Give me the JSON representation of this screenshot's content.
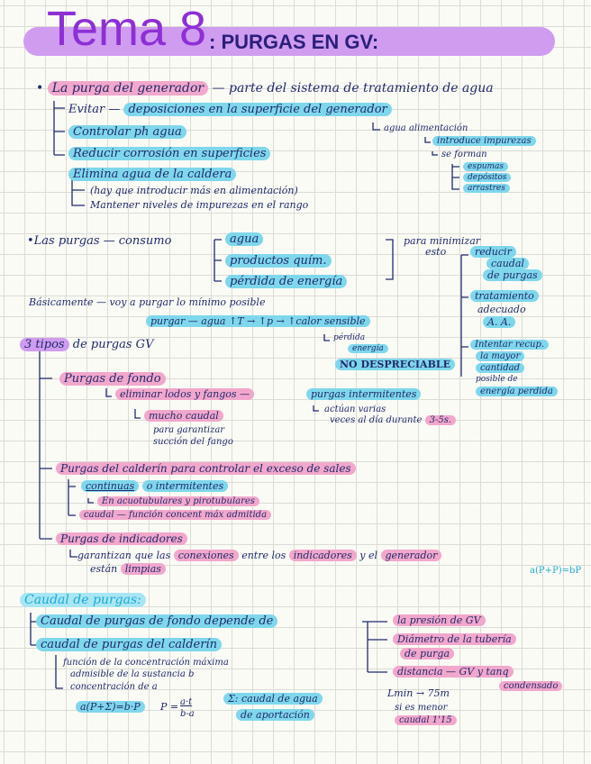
{
  "title": {
    "main": "Tema 8",
    "sub": ": PURGAS EN GV:"
  },
  "intro": {
    "line": "La purga del generador",
    "rest": "— parte del sistema de tratamiento de agua",
    "evitar_label": "Evitar —",
    "evitar_text": "deposiciones en la superficie del generador",
    "controlar": "Controlar ph agua",
    "reducir": "Reducir corrosión en superficies",
    "elimina": "Elimina agua de la caldera",
    "hay_que": "(hay que introducir más en alimentación)",
    "mantener": "Mantener niveles de impurezas en el rango",
    "agua_alim": "agua alimentación",
    "introduce": "introduce impurezas",
    "se_forman": "se forman",
    "espumas": "espumas",
    "depositos": "depósitos",
    "arrastres": "arrastres"
  },
  "consumo": {
    "label": "Las purgas — consumo",
    "agua": "agua",
    "productos": "productos quím.",
    "perdida": "pérdida de energía",
    "para_min": "para minimizar",
    "esto": "esto",
    "reducir1": "reducir",
    "reducir2": "caudal",
    "reducir3": "de purgas",
    "trat1": "tratamiento",
    "trat2": "adecuado",
    "trat3": "A. A.",
    "inten1": "Intentar recup.",
    "inten2": "la mayor",
    "inten3": "cantidad",
    "inten4": "posible de",
    "inten5": "energía perdida"
  },
  "basic": {
    "line": "Básicamente — voy a purgar lo mínimo posible",
    "purgar": "purgar — agua ↑T → ↑p → ↑calor sensible",
    "perdida1": "pérdida",
    "perdida2": "energía",
    "no_desp": "NO DESPRECIABLE"
  },
  "tipos": {
    "label": "3 tipos",
    "rest": "de purgas GV",
    "fondo": "Purgas de fondo",
    "eliminar": "eliminar lodos y fangos —",
    "intermitentes": "purgas intermitentes",
    "actuan1": "actúan varias",
    "actuan2": "veces al día durante",
    "segundos": "3-5s.",
    "mucho": "mucho caudal",
    "para_gar1": "para garantizar",
    "para_gar2": "succión del fango",
    "calderin": "Purgas del calderín para controlar el exceso de sales",
    "continuas": "continuas",
    "o_inter": "o intermitentes",
    "acuo": "En acuotubulares y pirotubulares",
    "caudal_func": "caudal — función concent máx admitida",
    "indicadores": "Purgas de indicadores",
    "garantizan": "garantizan que las",
    "conexiones": "conexiones",
    "entre": "entre los",
    "indic2": "indicadores",
    "y_el": "y el",
    "generador": "generador",
    "estan": "están",
    "limpias": "limpias",
    "formula_right": "a(P+P)=bP"
  },
  "caudal": {
    "heading": "Caudal de purgas:",
    "fondo": "Caudal de purgas de fondo depende de",
    "calderin": "caudal de purgas del calderín",
    "func1": "función de la concentración máxima",
    "func2": "admisible de la sustancia b",
    "func3": "concentración de a",
    "formula1": "a(P+Σ)=b·P",
    "formula2_left": "P =",
    "formula2_num": "a·t",
    "formula2_den": "b-a",
    "aport1": "Σ: caudal de agua",
    "aport2": "de aportación",
    "presion": "la presión de GV",
    "diametro1": "Diámetro de la tubería",
    "diametro2": "de purga",
    "distancia": "distancia — GV y tanq",
    "condensado": "condensado",
    "lmin": "Lmin → 75m",
    "si_es1": "si es menor",
    "si_es2": "caudal 1'15"
  }
}
